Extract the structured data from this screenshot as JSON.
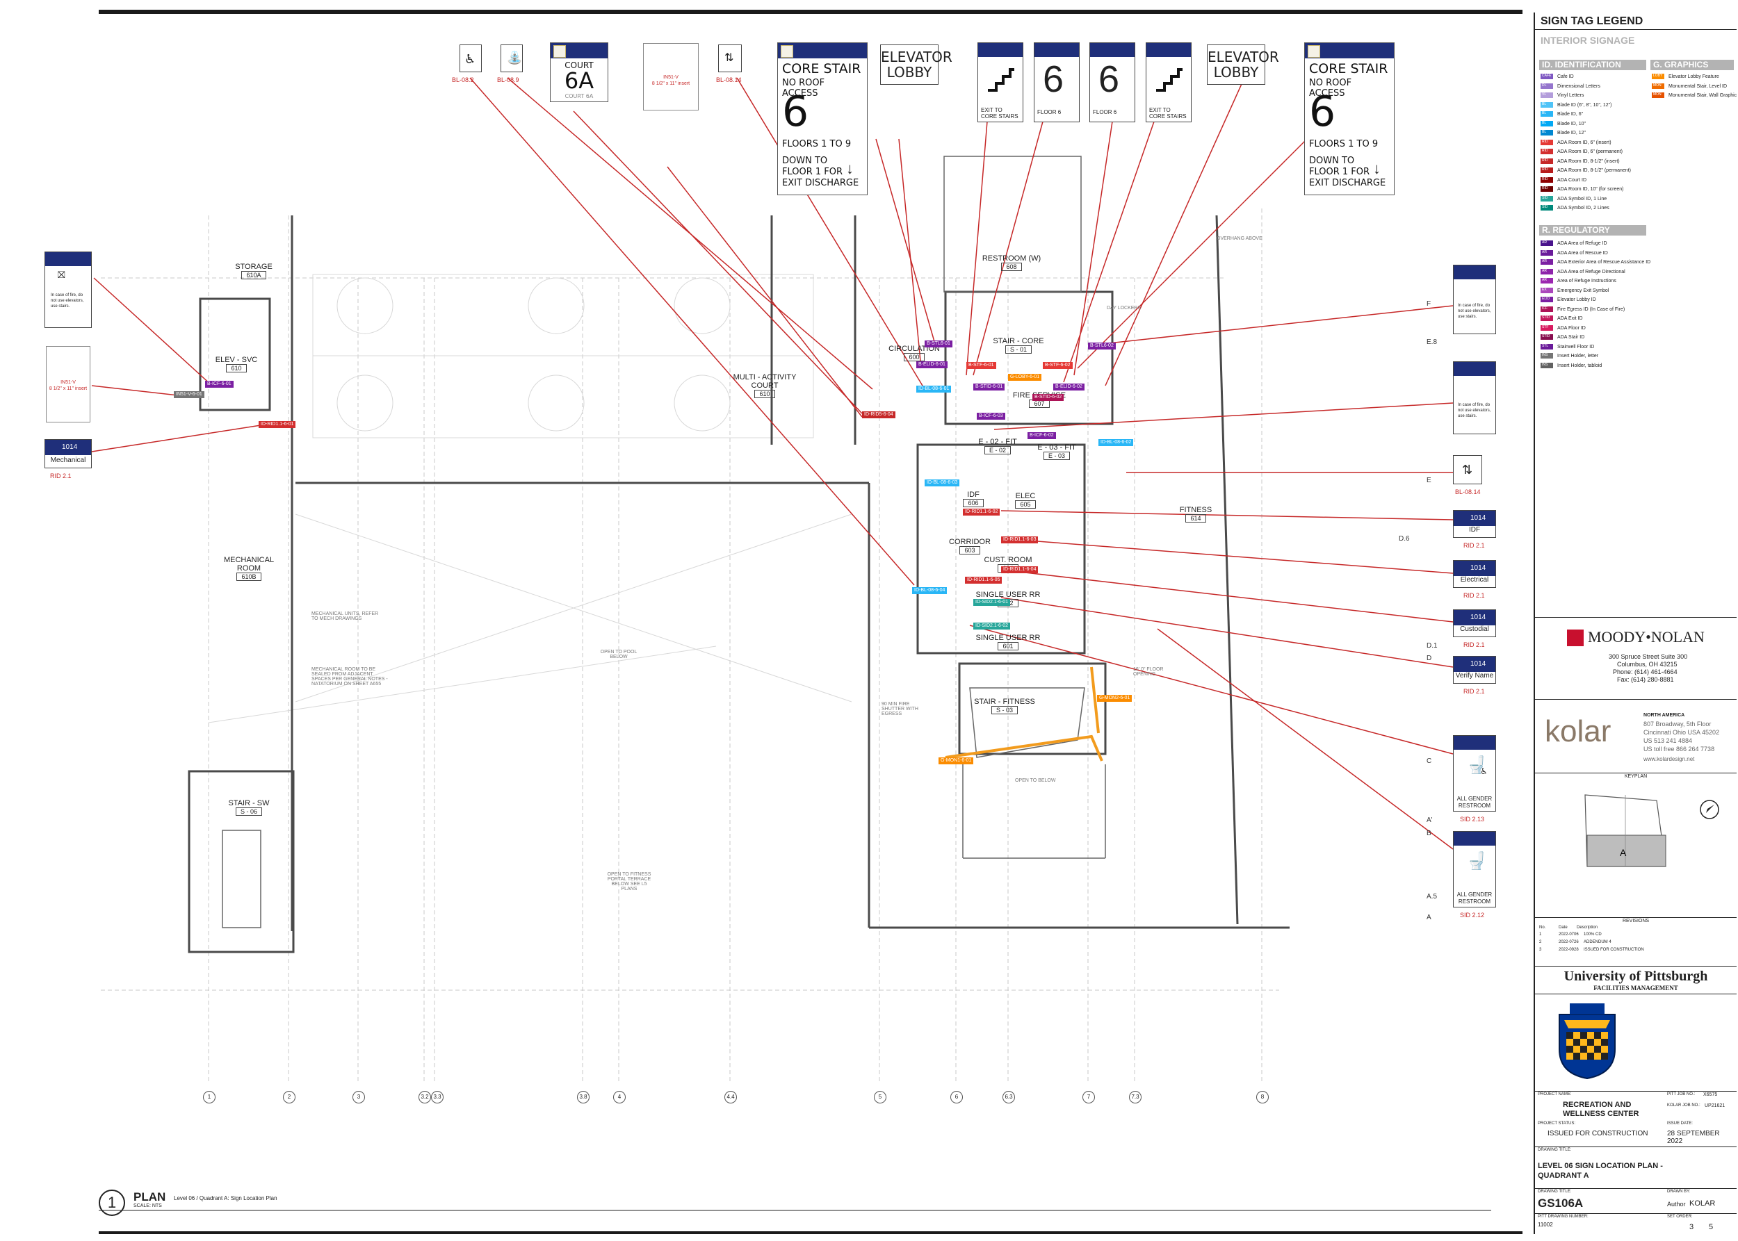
{
  "colors": {
    "navy": "#1f2f7a",
    "leader": "#c62828",
    "brand_red": "#c8102e",
    "pitt_blue": "#003594",
    "pitt_gold": "#ffb81c"
  },
  "signs": {
    "court": {
      "title": "COURT",
      "number": "6A",
      "sub": "COURT 6A"
    },
    "insert": {
      "code": "IN51-V",
      "size": "8 1/2\" x 11\" insert"
    },
    "insert_left": {
      "code": "IN51-V",
      "size": "8 1/2\" x 11\" insert"
    },
    "core_stair_1": {
      "title": "CORE STAIR",
      "roof": "NO ROOF ACCESS",
      "number": "6",
      "floors": "FLOORS 1 TO 9",
      "down1": "DOWN TO",
      "down2": "FLOOR 1 FOR",
      "down3": "EXIT DISCHARGE",
      "arrow": "↓"
    },
    "core_stair_2": {
      "title": "CORE STAIR",
      "roof": "NO ROOF ACCESS",
      "number": "6",
      "floors": "FLOORS 1 TO 9",
      "down1": "DOWN TO",
      "down2": "FLOOR 1 FOR",
      "down3": "EXIT DISCHARGE",
      "arrow": "↓"
    },
    "elevator_lobby_1": {
      "line1": "ELEVATOR",
      "line2": "LOBBY"
    },
    "elevator_lobby_2": {
      "line1": "ELEVATOR",
      "line2": "LOBBY"
    },
    "exit_core_1": {
      "line1": "EXIT TO",
      "line2": "CORE STAIRS"
    },
    "exit_core_2": {
      "line1": "EXIT TO",
      "line2": "CORE STAIRS"
    },
    "floor6_1": {
      "number": "6",
      "label": "FLOOR 6"
    },
    "floor6_2": {
      "number": "6",
      "label": "FLOOR 6"
    },
    "top_tags": [
      "BL-08.2",
      "BL-08.9",
      "BL-08.14"
    ],
    "fire_note": "In case of fire, do not use elevators, use stairs.",
    "left_room": {
      "number": "1014",
      "name": "Mechanical",
      "ref": "RID 2.1"
    },
    "right_rooms": [
      {
        "number": "1014",
        "name": "IDF",
        "ref": "RID 2.1"
      },
      {
        "number": "1014",
        "name": "Electrical",
        "ref": "RID 2.1"
      },
      {
        "number": "1014",
        "name": "Custodial",
        "ref": "RID 2.1"
      },
      {
        "number": "1014",
        "name": "Verify Name",
        "ref": "RID 2.1"
      }
    ],
    "restrooms": [
      {
        "name1": "ALL GENDER",
        "name2": "RESTROOM",
        "ref": "SID 2.13"
      },
      {
        "name1": "ALL GENDER",
        "name2": "RESTROOM",
        "ref": "SID 2.12"
      }
    ],
    "right_icon_tag": "BL-08.14"
  },
  "rooms": [
    {
      "name": "STORAGE",
      "num": "610A"
    },
    {
      "name": "ELEV - SVC",
      "num": "610"
    },
    {
      "name": "MULTI - ACTIVITY COURT",
      "num": "610"
    },
    {
      "name": "MECHANICAL ROOM",
      "num": "610B"
    },
    {
      "name": "STAIR - SW",
      "num": "S - 06"
    },
    {
      "name": "RESTROOM (W)",
      "num": "608"
    },
    {
      "name": "STAIR - CORE",
      "num": "S - 01"
    },
    {
      "name": "CIRCULATION",
      "num": "600"
    },
    {
      "name": "FIRE SERVICE",
      "num": "607"
    },
    {
      "name": "E - 02 - FIT",
      "num": "E - 02"
    },
    {
      "name": "E - 03 - FIT",
      "num": "E - 03"
    },
    {
      "name": "IDF",
      "num": "606"
    },
    {
      "name": "ELEC",
      "num": "605"
    },
    {
      "name": "CORRIDOR",
      "num": "603"
    },
    {
      "name": "CUST. ROOM",
      "num": "604"
    },
    {
      "name": "SINGLE USER RR",
      "num": "602"
    },
    {
      "name": "SINGLE USER RR",
      "num": "601"
    },
    {
      "name": "STAIR - FITNESS",
      "num": "S - 03"
    },
    {
      "name": "FITNESS",
      "num": "614"
    }
  ],
  "notes": [
    "MECHANICAL UNITS, REFER TO MECH DRAWINGS",
    "MECHANICAL ROOM TO BE SEALED FROM ADJACENT SPACES PER GENERAL NOTES - NATATORIUM ON SHEET A655",
    "OPEN TO POOL BELOW",
    "OPEN TO FITNESS PORTAL TERRACE BELOW SEE L5 PLANS",
    "OPEN TO BELOW",
    "90 MIN FIRE SHUTTER WITH EGRESS",
    "OVERHANG ABOVE",
    "16' 0\" FLOOR OPENING",
    "DAY LOCKERS"
  ],
  "grid_bottom": [
    "1",
    "2",
    "3",
    "3.2",
    "3.3",
    "3.8",
    "4",
    "4.4",
    "5",
    "6",
    "6.3",
    "7",
    "7.3",
    "8"
  ],
  "grid_right": [
    "F",
    "E.8",
    "E",
    "D.6",
    "D.1",
    "D",
    "C",
    "A'",
    "B",
    "A.5",
    "A"
  ],
  "legend": {
    "title": "SIGN TAG LEGEND",
    "interior": "INTERIOR SIGNAGE",
    "id_head": "ID. IDENTIFICATION",
    "g_head": "G. GRAPHICS",
    "r_head": "R. REGULATORY",
    "id_items": [
      {
        "tag": "CAFE",
        "color": "#7e57c2",
        "label": "Cafe ID"
      },
      {
        "tag": "DL",
        "color": "#9575cd",
        "label": "Dimensional Letters"
      },
      {
        "tag": "VL",
        "color": "#b39ddb",
        "label": "Vinyl Letters"
      },
      {
        "tag": "BL",
        "color": "#4fc3f7",
        "label": "Blade ID (6\", 8\", 10\", 12\")"
      },
      {
        "tag": "BL",
        "color": "#29b6f6",
        "label": "Blade ID, 6\""
      },
      {
        "tag": "BL",
        "color": "#03a9f4",
        "label": "Blade ID, 10\""
      },
      {
        "tag": "BL",
        "color": "#0288d1",
        "label": "Blade ID, 12\""
      },
      {
        "tag": "RID",
        "color": "#e53935",
        "label": "ADA Room ID, 6\" (insert)"
      },
      {
        "tag": "RID",
        "color": "#d32f2f",
        "label": "ADA Room ID, 6\" (permanent)"
      },
      {
        "tag": "RID",
        "color": "#c62828",
        "label": "ADA Room ID, 8-1/2\" (insert)"
      },
      {
        "tag": "RID",
        "color": "#b71c1c",
        "label": "ADA Room ID, 8-1/2\" (permanent)"
      },
      {
        "tag": "RID",
        "color": "#8e0000",
        "label": "ADA Court ID"
      },
      {
        "tag": "RID",
        "color": "#6d0000",
        "label": "ADA Room ID, 10\" (for screen)"
      },
      {
        "tag": "SID",
        "color": "#26a69a",
        "label": "ADA Symbol ID, 1 Line"
      },
      {
        "tag": "SID",
        "color": "#00897b",
        "label": "ADA Symbol ID, 2 Lines"
      }
    ],
    "g_items": [
      {
        "tag": "LOBY",
        "color": "#fb8c00",
        "label": "Elevator Lobby Feature"
      },
      {
        "tag": "MON",
        "color": "#ef6c00",
        "label": "Monumental Stair, Level ID"
      },
      {
        "tag": "MON",
        "color": "#e65100",
        "label": "Monumental Stair, Wall Graphic"
      }
    ],
    "r_items": [
      {
        "tag": "AR",
        "color": "#4a148c",
        "label": "ADA Area of Refuge ID"
      },
      {
        "tag": "AR",
        "color": "#6a1b9a",
        "label": "ADA Area of Rescue ID"
      },
      {
        "tag": "AR",
        "color": "#7b1fa2",
        "label": "ADA Exterior Area of Rescue Assistance ID"
      },
      {
        "tag": "AR",
        "color": "#8e24aa",
        "label": "ADA Area of Refuge Directional"
      },
      {
        "tag": "AR",
        "color": "#9c27b0",
        "label": "Area of Refuge Instructions"
      },
      {
        "tag": "EX",
        "color": "#ab47bc",
        "label": "Emergency Exit Symbol"
      },
      {
        "tag": "ELID",
        "color": "#7b1fa2",
        "label": "Elevator Lobby ID"
      },
      {
        "tag": "ICF",
        "color": "#ad1457",
        "label": "Fire Egress ID (In Case of Fire)"
      },
      {
        "tag": "STID",
        "color": "#c2185b",
        "label": "ADA Exit ID"
      },
      {
        "tag": "STF",
        "color": "#d81b60",
        "label": "ADA Floor ID"
      },
      {
        "tag": "STID",
        "color": "#880e4f",
        "label": "ADA Stair ID"
      },
      {
        "tag": "STL",
        "color": "#6a1b9a",
        "label": "Stairwell Floor ID"
      },
      {
        "tag": "INS",
        "color": "#757575",
        "label": "Insert Holder, letter"
      },
      {
        "tag": "INS",
        "color": "#616161",
        "label": "Insert Holder, tabloid"
      }
    ]
  },
  "firm": {
    "name": "MOODY•NOLAN",
    "addr1": "300 Spruce Street Suite 300",
    "addr2": "Columbus, OH 43215",
    "phone": "Phone: (614) 461-4664",
    "fax": "Fax: (614) 280-8881"
  },
  "kolar": {
    "name": "kolar",
    "region": "NORTH AMERICA",
    "addr1": "807 Broadway, 5th Floor",
    "addr2": "Cincinnati Ohio USA 45202",
    "phone": "US 513 241 4884",
    "tollfree": "US toll free 866 264 7738",
    "web": "www.kolardesign.net"
  },
  "keyplan": {
    "title": "KEYPLAN",
    "quadrant": "A"
  },
  "revisions": {
    "title": "REVISIONS",
    "headers": [
      "No.",
      "Date",
      "Description"
    ],
    "rows": [
      [
        "1",
        "2022-0706",
        "100% CD"
      ],
      [
        "2",
        "2022-0726",
        "ADDENDUM 4"
      ],
      [
        "3",
        "2022-0928",
        "ISSUED FOR CONSTRUCTION"
      ]
    ]
  },
  "client": {
    "name": "University of Pittsburgh",
    "dept": "FACILITIES MANAGEMENT"
  },
  "project": {
    "name_label": "PROJECT NAME:",
    "name1": "RECREATION AND",
    "name2": "WELLNESS CENTER",
    "pitt_job_label": "PITT JOB NO.:",
    "pitt_job": "X6575",
    "kolar_job_label": "KOLAR JOB NO.:",
    "kolar_job": "UP21621",
    "status_label": "PROJECT STATUS:",
    "status": "ISSUED FOR CONSTRUCTION",
    "issue_label": "ISSUE DATE:",
    "issue_date": "28 SEPTEMBER 2022",
    "drawing_title_label": "DRAWING TITLE:",
    "drawing_title1": "LEVEL 06 SIGN LOCATION PLAN -",
    "drawing_title2": "QUADRANT A",
    "number_label": "DRAWING TITLE:",
    "number": "GS106A",
    "drawn_label": "DRAWN BY:",
    "drawn": "Author",
    "drawn2": "KOLAR",
    "pitt_num_label": "PITT DRAWING NUMBER:",
    "pitt_num": "11002",
    "set_label": "SET ORDER:",
    "set1": "3",
    "set2": "5"
  },
  "plan_title": {
    "number": "1",
    "title": "PLAN",
    "sub": "Level 06 / Quadrant A: Sign Location Plan",
    "scale": "SCALE: NTS"
  }
}
